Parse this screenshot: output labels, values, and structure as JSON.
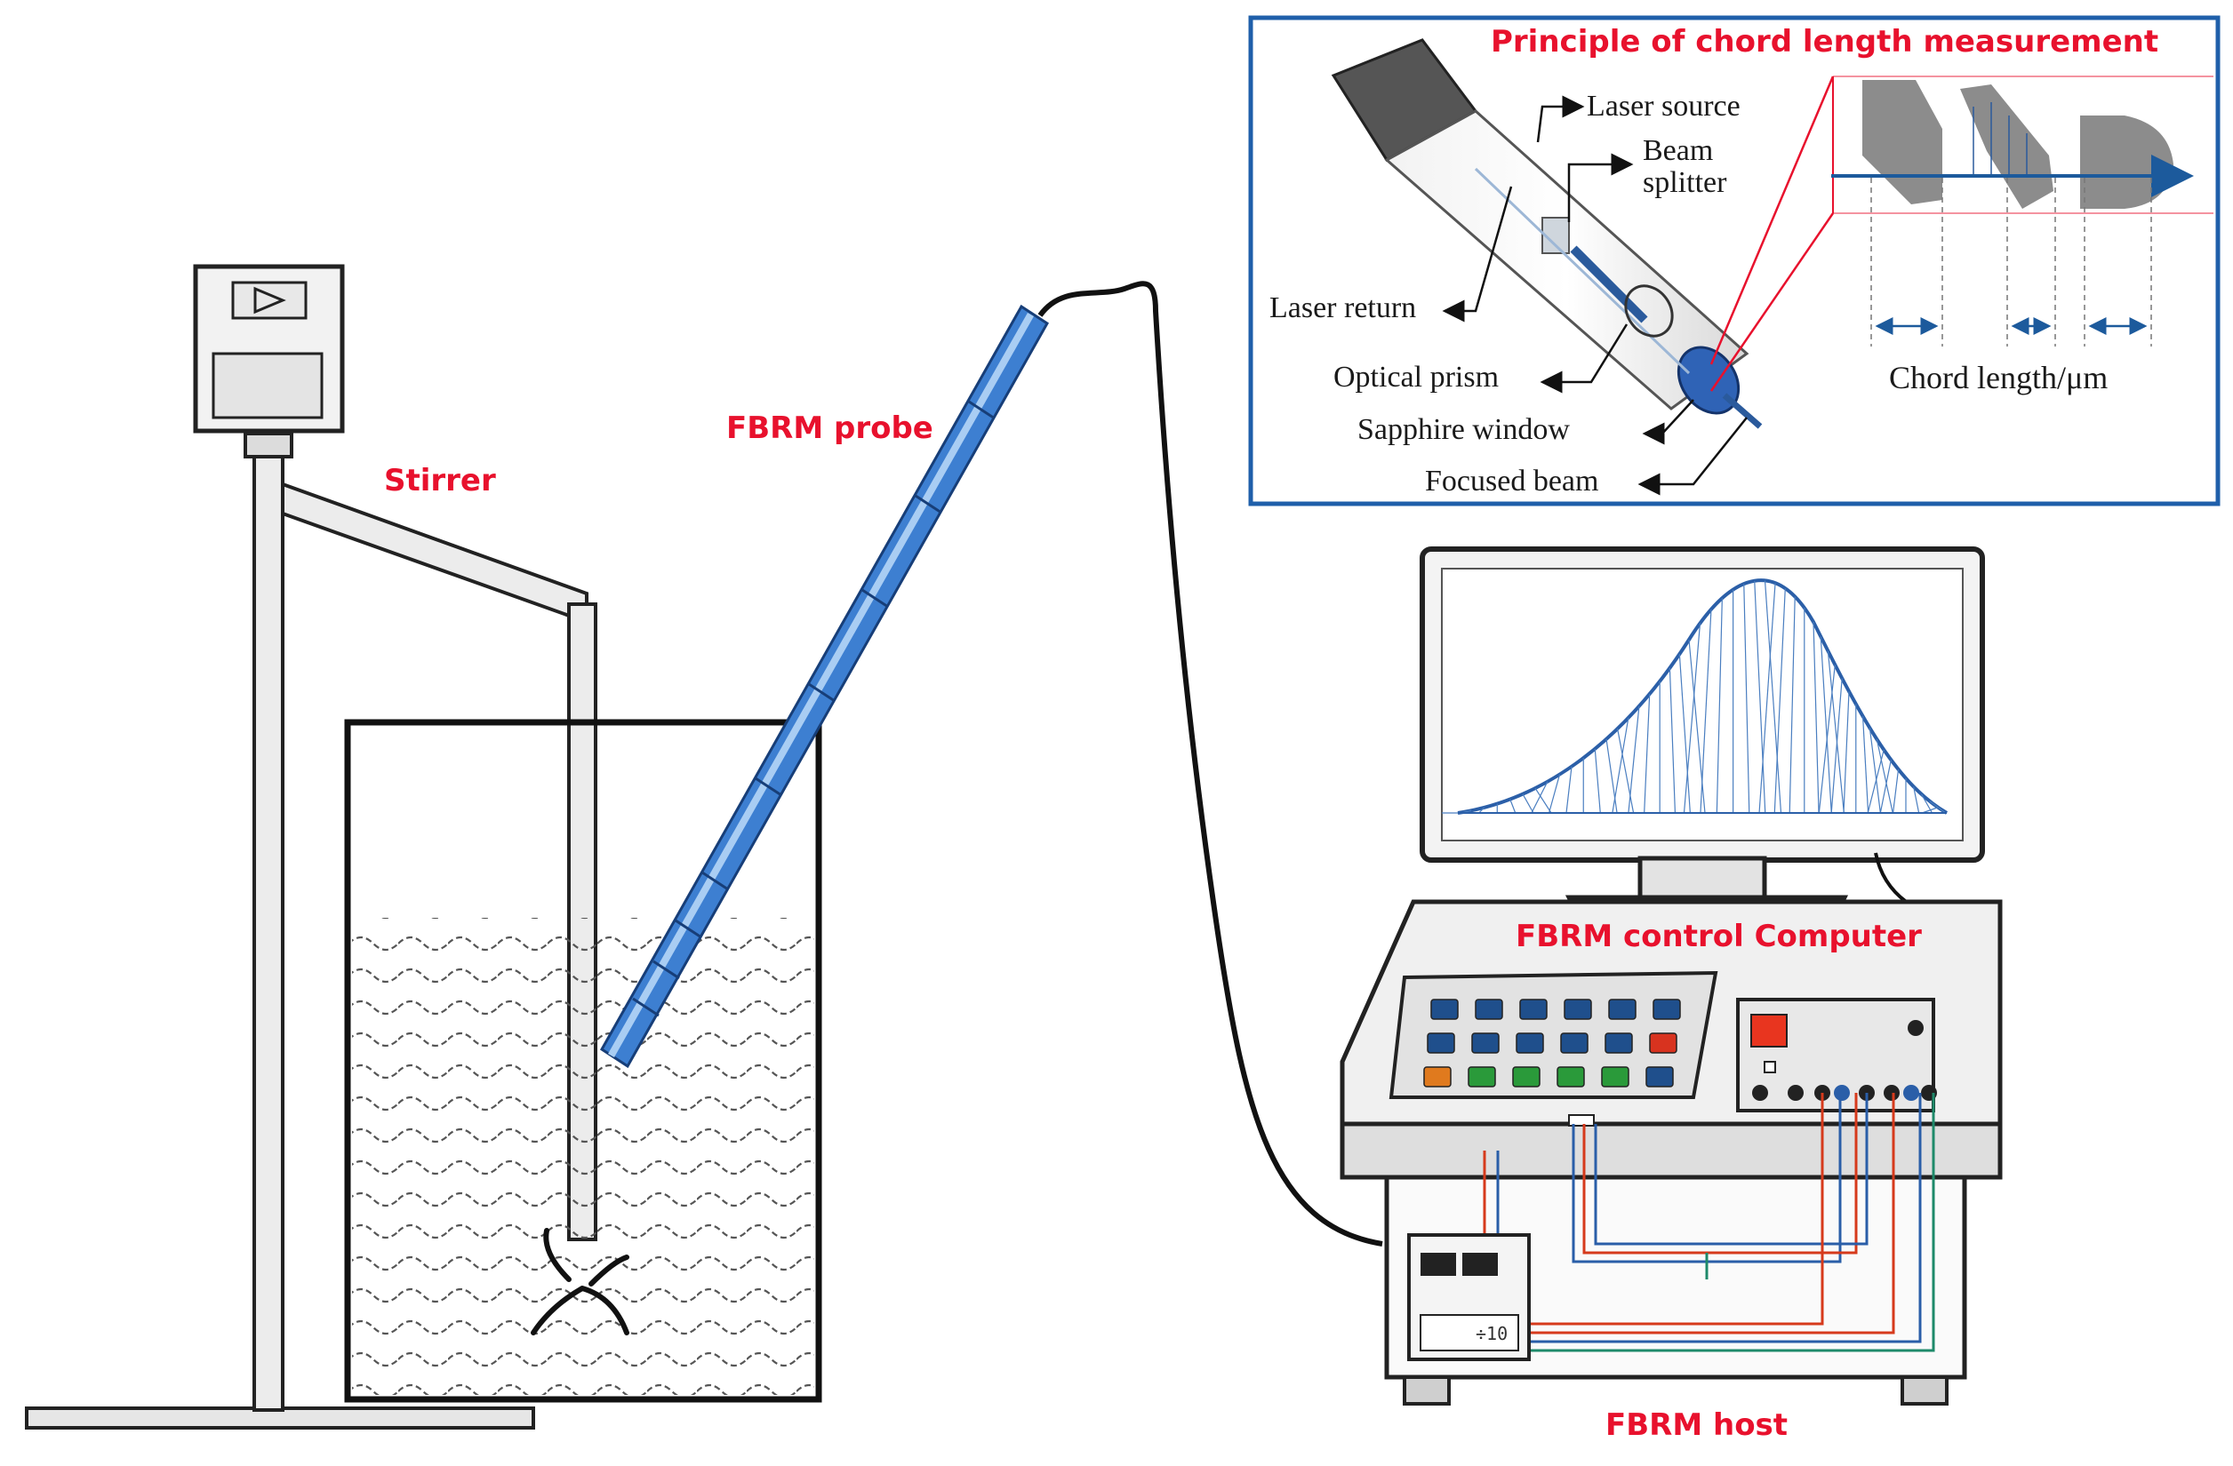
{
  "labels": {
    "stirrer": "Stirrer",
    "probe": "FBRM probe",
    "computer": "FBRM control Computer",
    "host": "FBRM host"
  },
  "inset": {
    "title": "Principle of chord length measurement",
    "laser_source": "Laser source",
    "beam_line1": "Beam",
    "beam_line2": "splitter",
    "laser_return": "Laser return",
    "optical_prism": "Optical prism",
    "sapphire_window": "Sapphire window",
    "focused_beam": "Focused beam",
    "chord_length": "Chord length/μm"
  },
  "host_panel": {
    "readout": "÷10"
  },
  "colors": {
    "accent_red": "#e8112d",
    "probe_blue": "#2f6fc4",
    "frame_blue": "#1f5faa",
    "arrow_blue": "#1c5a9c",
    "particle_gray": "#8c8c8c"
  }
}
